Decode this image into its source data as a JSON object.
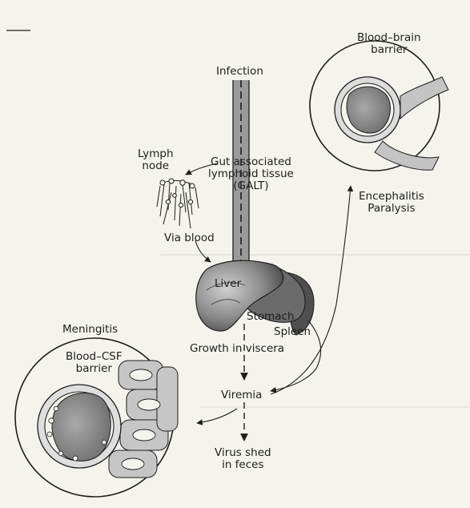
{
  "labels": {
    "infection": "Infection",
    "lymph_node": [
      "Lymph",
      "node"
    ],
    "galt": [
      "Gut associated",
      "lymphoid tissue",
      "(GALT)"
    ],
    "via_blood": "Via  blood",
    "liver": "Liver",
    "stomach": "Stomach",
    "spleen": "Spleen",
    "growth_in_viscera": "Growth in viscera",
    "viremia": "Viremia",
    "virus_shed": [
      "Virus shed",
      "in feces"
    ],
    "meningitis": "Meningitis",
    "blood_csf_barrier": [
      "Blood–CSF",
      "barrier"
    ],
    "blood_brain_barrier": [
      "Blood–brain",
      "barrier"
    ],
    "outcomes": [
      "Encephalitis",
      "Paralysis"
    ]
  },
  "colors": {
    "paper": "#f4f3ee",
    "ink": "#1e1e1e",
    "organ_dark": "#5a5a5a",
    "organ_mid": "#8c8c8c",
    "organ_light": "#c9c9c9",
    "tissue": "#9a9a9a"
  }
}
